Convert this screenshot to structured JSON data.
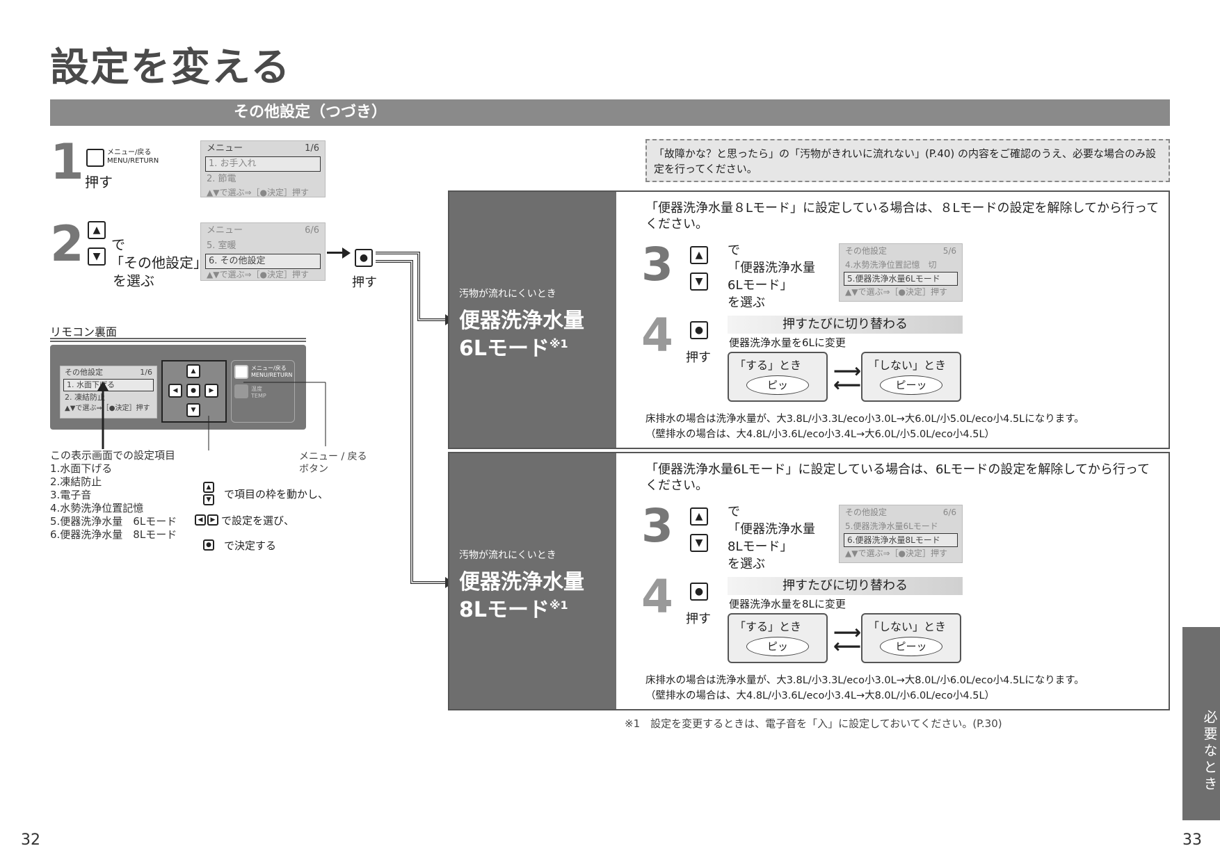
{
  "page_title": "設定を変える",
  "section_title": "その他設定（つづき）",
  "step1": {
    "num": "1",
    "button_label_jp": "メニュー/戻る",
    "button_label_en": "MENU/RETURN",
    "action": "押す",
    "lcd": {
      "title": "メニュー",
      "page": "1/6",
      "selected": "1. お手入れ",
      "row2": "2. 節電",
      "hint": "で選ぶ⇒［●決定］押す"
    }
  },
  "step2": {
    "num": "2",
    "text1": "で",
    "text2": "「その他設定」",
    "text3": "を選ぶ",
    "lcd": {
      "title": "メニュー",
      "page": "6/6",
      "row1": "5. 室暖",
      "selected": "6. その他設定",
      "hint": "で選ぶ⇒［●決定］押す"
    },
    "push_label": "押す"
  },
  "remote": {
    "caption": "リモコン裏面",
    "lcd": {
      "title": "その他設定",
      "page": "1/6",
      "selected": "1. 水面下げる",
      "row2": "2. 凍結防止",
      "hint": "で選ぶ⇒［●決定］押す"
    },
    "menu_jp": "メニュー/戻る",
    "menu_en": "MENU/RETURN",
    "temp_jp": "温度",
    "temp_en": "TEMP",
    "menu_callout": "メニュー / 戻る\nボタン",
    "items_title": "この表示画面での設定項目",
    "items": [
      "1.水面下げる",
      "2.凍結防止",
      "3.電子音",
      "4.水勢洗浄位置記憶",
      "5.便器洗浄水量　6Lモード",
      "6.便器洗浄水量　8Lモード"
    ],
    "legend": [
      "で項目の枠を動かし、",
      "で設定を選び、",
      "で決定する"
    ]
  },
  "note": "「故障かな？と思ったら」の「汚物がきれいに流れない」(P.40) の内容をご確認のうえ、必要な場合のみ設定を行ってください。",
  "panels": [
    {
      "side_small": "汚物が流れにくいとき",
      "side_big1": "便器洗浄水量",
      "side_big2": "6Lモード",
      "side_sup": "※1",
      "intro": "「便器洗浄水量８Lモード」に設定している場合は、８Lモードの設定を解除してから行ってください。",
      "step3_num": "3",
      "step3_text": [
        "で",
        "「便器洗浄水量",
        "6Lモード」",
        "を選ぶ"
      ],
      "lcd": {
        "title": "その他設定",
        "page": "5/6",
        "row1": "4.水勢洗浄位置記憶　切",
        "selected": "5.便器洗浄水量6Lモード",
        "hint": "で選ぶ⇒［●決定］押す"
      },
      "step4_num": "4",
      "step4_push": "押す",
      "toggle_bar": "押すたびに切り替わる",
      "toggle_sub": "便器洗浄水量を6Lに変更",
      "on_label": "「する」とき",
      "on_sound": "ピッ",
      "off_label": "「しない」とき",
      "off_sound": "ピーッ",
      "foot1": "床排水の場合は洗浄水量が、大3.8L/小3.3L/eco小3.0L→大6.0L/小5.0L/eco小4.5Lになります。",
      "foot2": "（壁排水の場合は、大4.8L/小3.6L/eco小3.4L→大6.0L/小5.0L/eco小4.5L）"
    },
    {
      "side_small": "汚物が流れにくいとき",
      "side_big1": "便器洗浄水量",
      "side_big2": "8Lモード",
      "side_sup": "※1",
      "intro": "「便器洗浄水量6Lモード」に設定している場合は、6Lモードの設定を解除してから行ってください。",
      "step3_num": "3",
      "step3_text": [
        "で",
        "「便器洗浄水量",
        "8Lモード」",
        "を選ぶ"
      ],
      "lcd": {
        "title": "その他設定",
        "page": "6/6",
        "row1": "5.便器洗浄水量6Lモード",
        "selected": "6.便器洗浄水量8Lモード",
        "hint": "で選ぶ⇒［●決定］押す"
      },
      "step4_num": "4",
      "step4_push": "押す",
      "toggle_bar": "押すたびに切り替わる",
      "toggle_sub": "便器洗浄水量を8Lに変更",
      "on_label": "「する」とき",
      "on_sound": "ピッ",
      "off_label": "「しない」とき",
      "off_sound": "ピーッ",
      "foot1": "床排水の場合は洗浄水量が、大3.8L/小3.3L/eco小3.0L→大8.0L/小6.0L/eco小4.5Lになります。",
      "foot2": "（壁排水の場合は、大4.8L/小3.6L/eco小3.4L→大8.0L/小6.0L/eco小4.5L）"
    }
  ],
  "footnote": "※1　設定を変更するときは、電子音を「入」に設定しておいてください。(P.30)",
  "side_tab": "必要なとき",
  "page_left": "32",
  "page_right": "33"
}
